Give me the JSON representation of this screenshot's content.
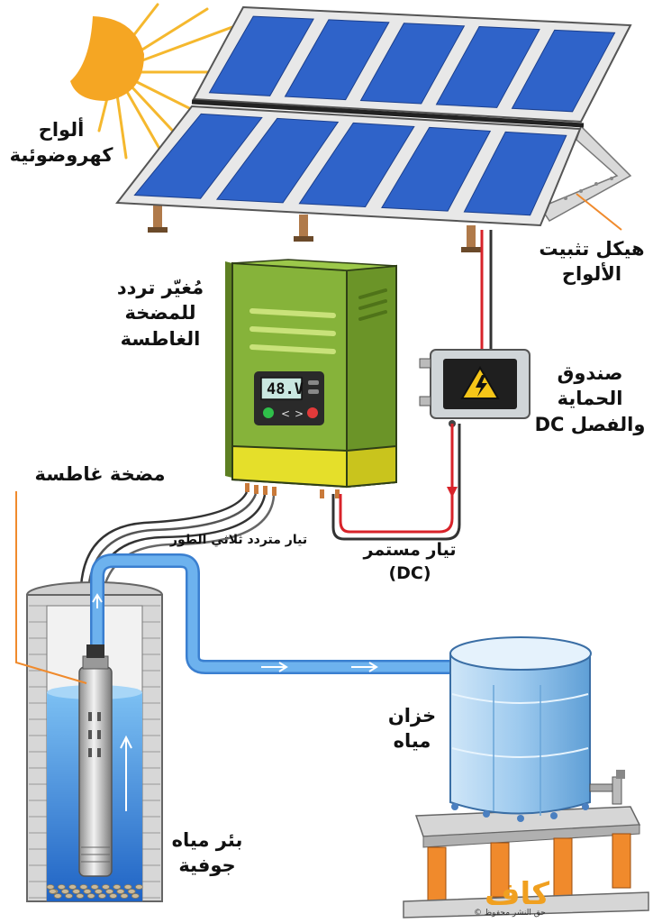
{
  "labels": {
    "solar_panels": [
      "ألواح",
      "كهروضوئية"
    ],
    "mounting_frame": [
      "هيكل تثبيت",
      "الألواح"
    ],
    "vfd": [
      "مُغيّر تردد",
      "للمضخة",
      "الغاطسة"
    ],
    "protection_box": [
      "صندوق",
      "الحماية",
      "والفصل DC"
    ],
    "submersible_pump": "مضخة غاطسة",
    "three_phase_ac": "تيار متردد ثلاثي الطور",
    "direct_current": [
      "تيار مستمر",
      "(DC)"
    ],
    "water_tank": [
      "خزان",
      "مياه"
    ],
    "well": [
      "بئر مياه",
      "جوفية"
    ]
  },
  "vfd_display": "48.V",
  "vfd_buttons": [
    "<",
    ">"
  ],
  "logo": {
    "name": "كاف",
    "copyright": "حق النشر محفوظ ©"
  },
  "colors": {
    "sun": "#f5a623",
    "panel_cell": "#2f63c9",
    "vfd_body": "#86b33a",
    "vfd_base": "#e5df2a",
    "water": "#4a9ee6",
    "pipe": "#5ba3e8",
    "dc_wire": "#d8232a",
    "tank": "#bcdcf5",
    "stand_leg": "#f08a2c",
    "logo": "#f0a020"
  },
  "icons": [
    "sun-icon",
    "high-voltage-warning-icon",
    "flow-arrow-icon"
  ]
}
